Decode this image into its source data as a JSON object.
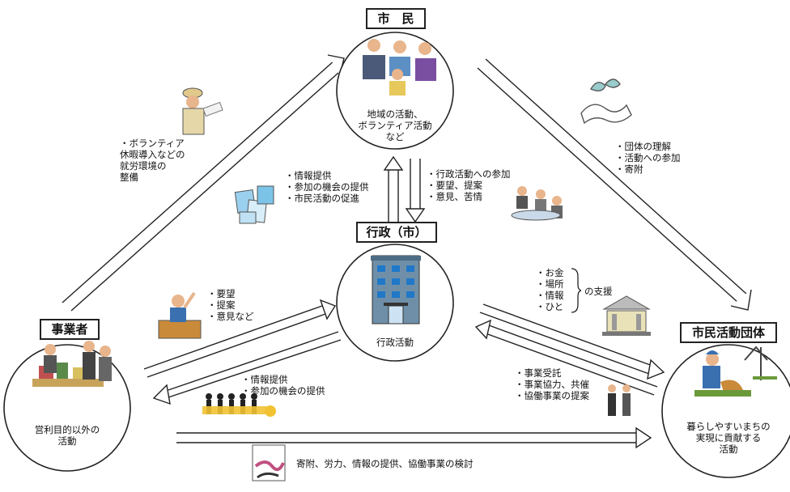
{
  "nodes": {
    "citizen": {
      "label": "市　民",
      "lines": [
        "地域の活動、",
        "ボランティア活動",
        "など"
      ]
    },
    "government": {
      "label": "行政（市）",
      "lines": [
        "行政活動"
      ]
    },
    "business": {
      "label": "事業者",
      "lines": [
        "営利目的以外の",
        "活動"
      ]
    },
    "group": {
      "label": "市民活動団体",
      "lines": [
        "暮らしやすいまちの",
        "実現に貢献する",
        "活動"
      ]
    }
  },
  "flows": {
    "business_to_citizen": [
      "・ボランティア",
      "休暇導入などの",
      "就労環境の",
      "整備"
    ],
    "citizen_to_group": [
      "・団体の理解",
      "・活動への参加",
      "・寄附"
    ],
    "gov_to_citizen": [
      "・情報提供",
      "・参加の機会の提供",
      "・市民活動の促進"
    ],
    "citizen_to_gov": [
      "・行政活動への参加",
      "・要望、提案",
      "・意見、苦情"
    ],
    "gov_to_group_items": [
      "・お金",
      "・場所",
      "・情報",
      "・ひと"
    ],
    "gov_to_group_suffix": "の支援",
    "business_to_gov": [
      "・要望",
      "・提案",
      "・意見など"
    ],
    "gov_to_business": [
      "・情報提供",
      "・参加の機会の提供"
    ],
    "group_to_gov": [
      "・事業受託",
      "・事業協力、共催",
      "・協働事業の提案"
    ],
    "business_to_group": "寄附、労力、情報の提供、協働事業の検討"
  },
  "colors": {
    "line": "#222222",
    "building": "#6f8fa8",
    "window": "#1f78c8",
    "skin": "#e8b58c"
  },
  "icons": [
    "people-group-icon",
    "worker-icon",
    "hands-icon",
    "documents-icon",
    "meeting-icon",
    "office-building-icon",
    "student-icon",
    "bank-icon",
    "business-meeting-icon",
    "crowd-key-icon",
    "handshake-icon",
    "park-worker-icon",
    "business-people-icon"
  ]
}
